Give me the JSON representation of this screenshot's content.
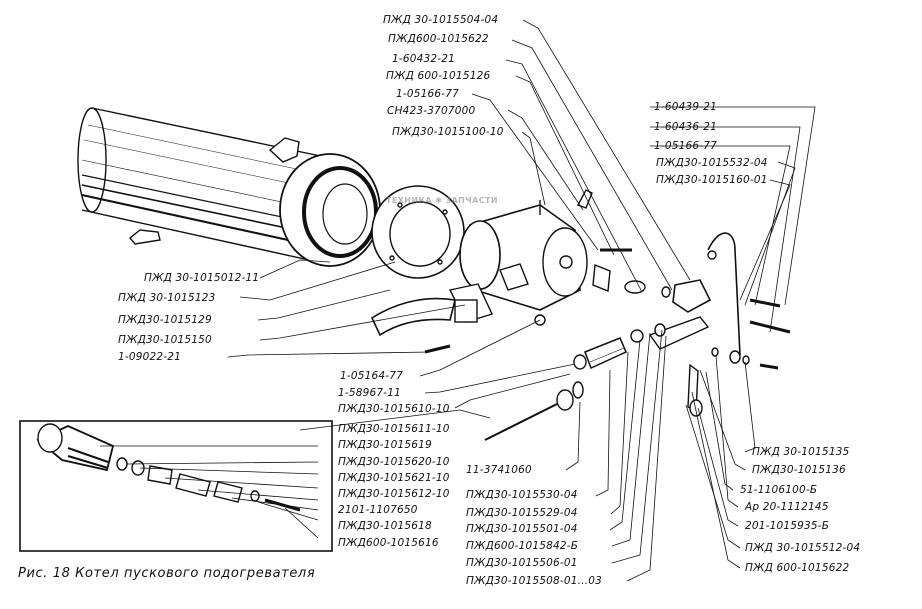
{
  "caption": "Рис. 18 Котел пускового подогревателя",
  "watermark": "ТЕХНИКА ✱ ЗАПЧАСТИ",
  "labels": {
    "top": [
      "ПЖД 30-1015504-04",
      "ПЖД600-1015622",
      "1-60432-21",
      "ПЖД 600-1015126",
      "1-05166-77",
      "СН423-3707000",
      "ПЖД30-1015100-10"
    ],
    "right_top": [
      "1-60439-21",
      "1-60436-21",
      "1-05166-77",
      "ПЖД30-1015532-04",
      "ПЖД30-1015160-01"
    ],
    "left": [
      "ПЖД 30-1015012-11",
      "ПЖД 30-1015123",
      "ПЖД30-1015129",
      "ПЖД30-1015150",
      "1-09022-21"
    ],
    "center": [
      "1-05164-77",
      "1-58967-11",
      "ПЖД30-1015610-10"
    ],
    "inset": [
      "ПЖД30-1015611-10",
      "ПЖД30-1015619",
      "ПЖД30-1015620-10",
      "ПЖД30-1015621-10",
      "ПЖД30-1015612-10",
      "2101-1107650",
      "ПЖД30-1015618",
      "ПЖД600-1015616"
    ],
    "bottom_center": [
      "11-3741060",
      "ПЖД30-1015530-04",
      "ПЖД30-1015529-04",
      "ПЖД30-1015501-04",
      "ПЖД600-1015842-Б",
      "ПЖД30-1015506-01",
      "ПЖД30-1015508-01...03"
    ],
    "bottom_right": [
      "ПЖД 30-1015135",
      "ПЖД30-1015136",
      "51-1106100-Б",
      "Ар 20-1112145",
      "201-1015935-Б",
      "ПЖД 30-1015512-04",
      "ПЖД 600-1015622"
    ]
  }
}
